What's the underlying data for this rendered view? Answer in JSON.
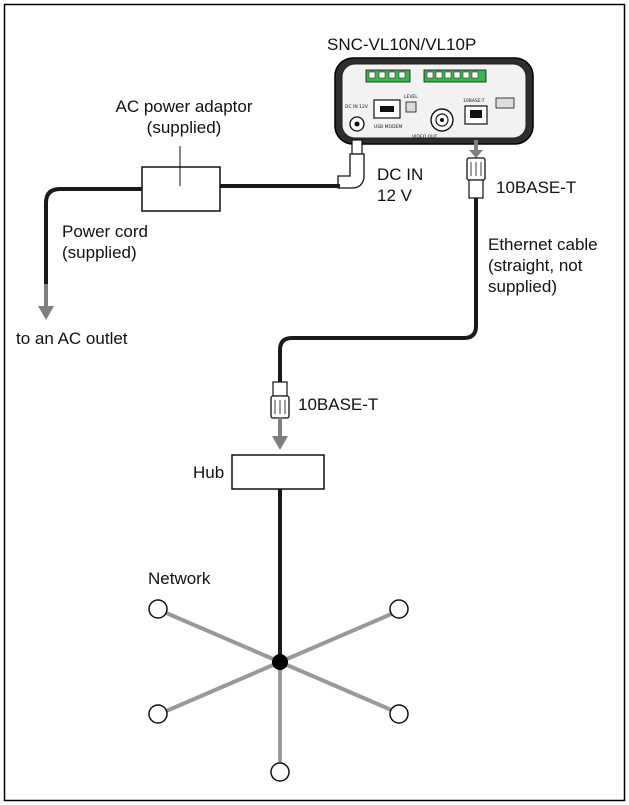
{
  "labels": {
    "camera_model": "SNC-VL10N/VL10P",
    "adaptor_line1": "AC power adaptor",
    "adaptor_line2": "(supplied)",
    "dc_in_line1": "DC IN",
    "dc_in_line2": "12 V",
    "camera_10base": "10BASE-T",
    "ethernet_line1": "Ethernet cable",
    "ethernet_line2": "(straight, not",
    "ethernet_line3": "supplied)",
    "power_cord_line1": "Power cord",
    "power_cord_line2": "(supplied)",
    "ac_outlet": "to an AC outlet",
    "hub_10base": "10BASE-T",
    "hub": "Hub",
    "network": "Network"
  },
  "camera_panel": {
    "dc_in_marking": "DC IN 12V",
    "usb_marking": "USB MODEM",
    "video_out_marking": "VIDEO OUT",
    "network_marking": "10BASE-T",
    "level_marking": "LEVEL"
  },
  "colors": {
    "frame": "#000000",
    "cable_black": "#1a1a1a",
    "network_gray": "#999999",
    "arrow_gray": "#7f7f7f",
    "camera_body": "#333333",
    "terminal_green": "#3bb84f"
  }
}
